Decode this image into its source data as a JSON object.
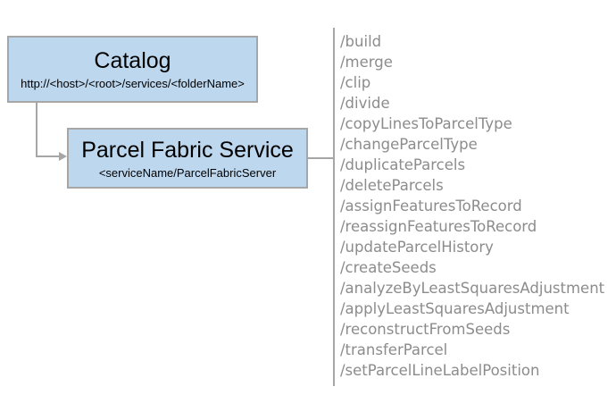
{
  "diagram": {
    "catalog": {
      "title": "Catalog",
      "subtitle": "http://<host>/<root>/services/<folderName>"
    },
    "service": {
      "title": "Parcel Fabric Service",
      "subtitle": "<serviceName/ParcelFabricServer"
    },
    "operations": [
      "/build",
      "/merge",
      "/clip",
      "/divide",
      "/copyLinesToParcelType",
      "/changeParcelType",
      "/duplicateParcels",
      "/deleteParcels",
      "/assignFeaturesToRecord",
      "/reassignFeaturesToRecord",
      "/updateParcelHistory",
      "/createSeeds",
      "/analyzeByLeastSquaresAdjustment",
      "/applyLeastSquaresAdjustment",
      "/reconstructFromSeeds",
      "/transferParcel",
      "/setParcelLineLabelPosition"
    ],
    "colors": {
      "box_fill": "#BDD7EE",
      "box_border": "#A6A6A6",
      "connector": "#A6A6A6",
      "operation_text": "#8C8C8C",
      "title_text": "#000000"
    }
  }
}
